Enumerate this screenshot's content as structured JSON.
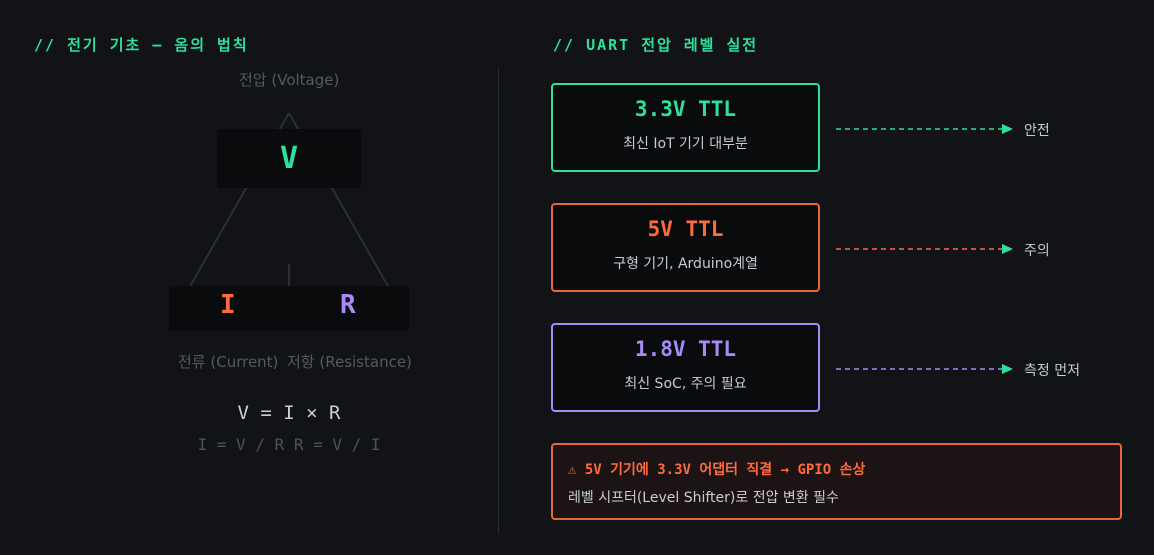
{
  "left": {
    "heading": "// 전기 기초 — 옴의 법칙",
    "triangle": {
      "top_label": "전압 (Voltage)",
      "v": "V",
      "i": "I",
      "r": "R",
      "bottom_left_label": "전류 (Current)",
      "bottom_right_label": "저항 (Resistance)"
    },
    "formula_main": "V = I × R",
    "formula_sub": "I = V / R R = V / I"
  },
  "right": {
    "heading": "// UART 전압 레벨 실전",
    "cards": [
      {
        "title": "3.3V TTL",
        "desc": "최신 IoT 기기 대부분",
        "arrow_label": "안전",
        "color": "#2ee09a"
      },
      {
        "title": "5V TTL",
        "desc": "구형 기기, Arduino계열",
        "arrow_label": "주의",
        "color": "#ff6a3c"
      },
      {
        "title": "1.8V TTL",
        "desc": "최신 SoC, 주의 필요",
        "arrow_label": "측정 먼저",
        "color": "#a98bf5"
      }
    ],
    "warning": {
      "icon": "warning-triangle-icon",
      "line1": "⚠ 5V 기기에 3.3V 어댑터 직결 → GPIO 손상",
      "line2": "레벨 시프터(Level Shifter)로 전압 변환 필수"
    }
  },
  "colors": {
    "green": "#2ee09a",
    "orange": "#ff6a3c",
    "purple": "#a98bf5",
    "background": "#111316"
  }
}
